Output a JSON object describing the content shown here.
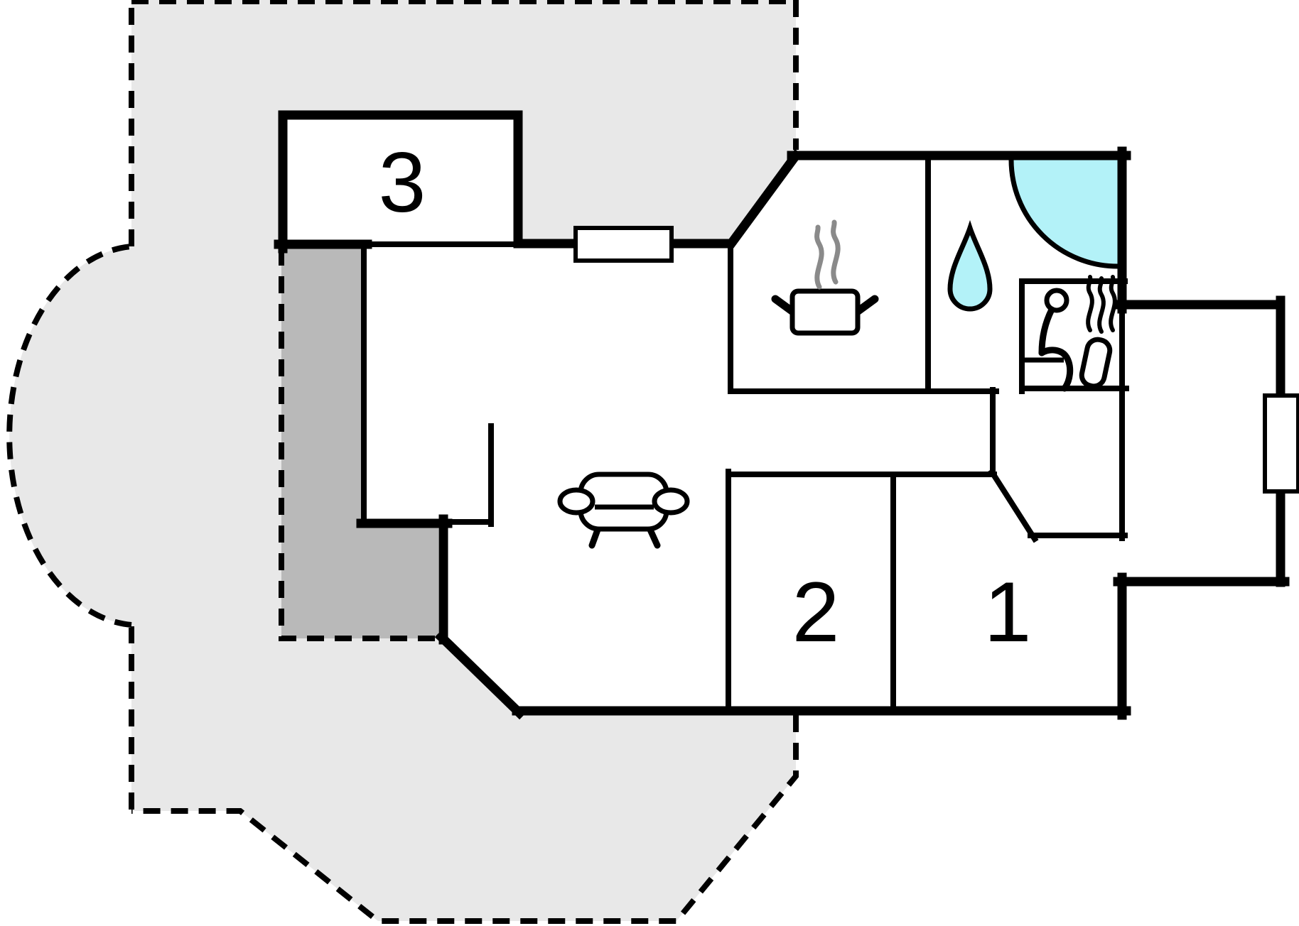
{
  "rooms": [
    {
      "number": "1"
    },
    {
      "number": "2"
    },
    {
      "number": "3"
    }
  ],
  "icons": [
    {
      "name": "sofa-icon",
      "meaning": "living room"
    },
    {
      "name": "cooking-pot-icon",
      "meaning": "kitchen"
    },
    {
      "name": "steam-icon",
      "meaning": "hot pot steam"
    },
    {
      "name": "water-drop-icon",
      "meaning": "bathroom"
    },
    {
      "name": "corner-shower-icon",
      "meaning": "shower"
    },
    {
      "name": "sauna-icon",
      "meaning": "sauna"
    },
    {
      "name": "window-icon",
      "meaning": "window"
    }
  ],
  "colors": {
    "terrace_gray": "#e8e8e8",
    "wall_strip_gray": "#b9b9b9",
    "water_cyan": "#b3f2f8",
    "wall_black": "#000000",
    "steam_gray": "#8a8a8a",
    "background_white": "#ffffff"
  }
}
